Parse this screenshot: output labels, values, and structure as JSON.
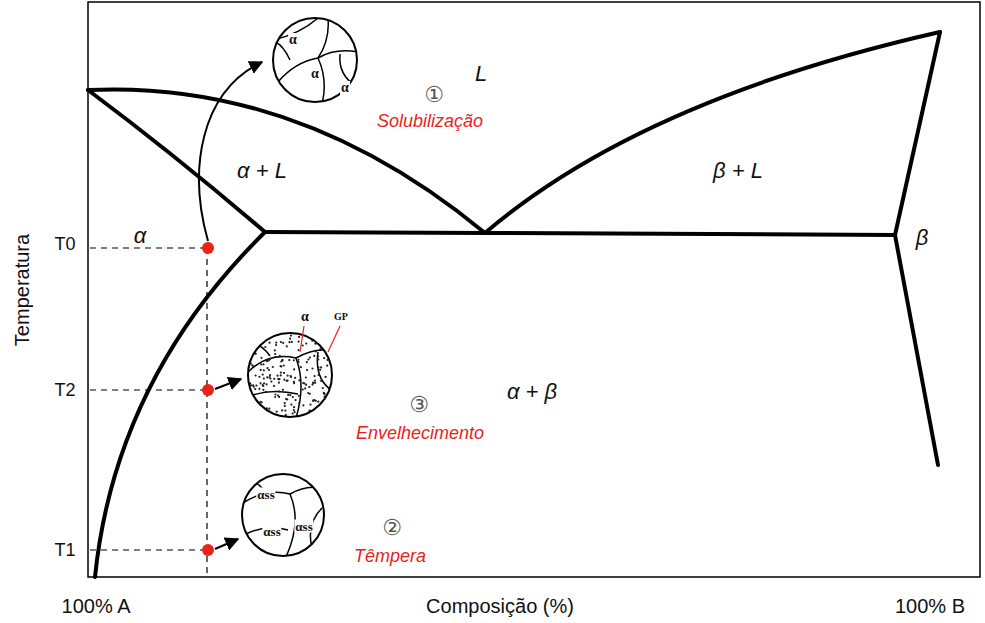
{
  "diagram": {
    "nodes": [
      {
        "text": [
          "α",
          "α",
          "α"
        ]
      },
      {
        "text": [
          "α",
          "GP"
        ]
      },
      {
        "text": [
          "αss",
          "αss",
          "αss"
        ]
      }
    ],
    "labels": [
      "L",
      "①",
      "Solubilização",
      "α + L",
      "β + L",
      "α",
      "T0",
      "β",
      "α + β",
      "T2",
      "③",
      "Envelhecimento",
      "T1",
      "②",
      "Têmpera",
      "Temperatura",
      "100% A",
      "Composição (%)",
      "100% B"
    ]
  }
}
